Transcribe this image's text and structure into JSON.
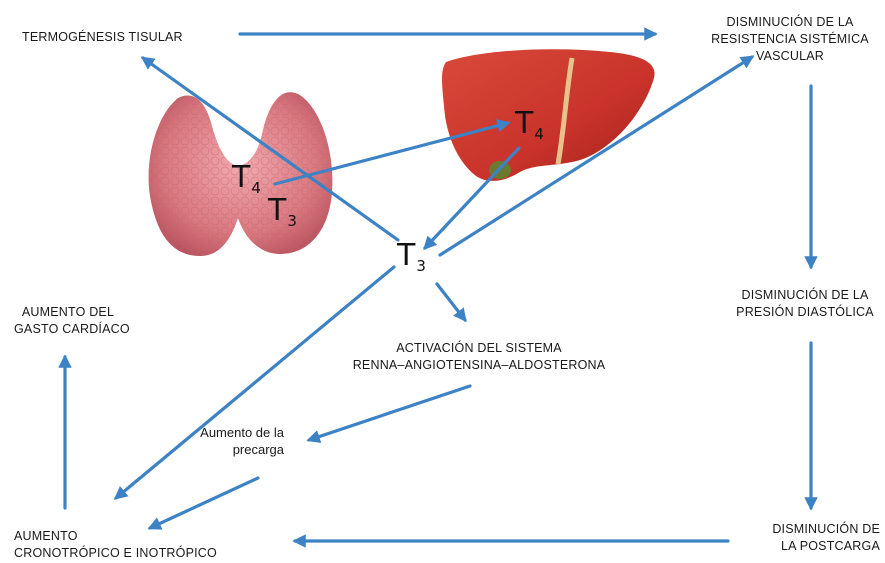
{
  "nodes": {
    "termogenesis": {
      "line1": "TERMOGÉNESIS TISULAR"
    },
    "resistencia": {
      "line1": "DISMINUCIÓN DE LA",
      "line2": "RESISTENCIA SISTÉMICA",
      "line3": "VASCULAR"
    },
    "presion": {
      "line1": "DISMINUCIÓN DE LA",
      "line2": "PRESIÓN DIASTÓLICA"
    },
    "postcarga": {
      "line1": "DISMINUCIÓN DE",
      "line2": "LA POSTCARGA"
    },
    "cronotropico": {
      "line1": "AUMENTO",
      "line2": "CRONOTRÓPICO E INOTRÓPICO"
    },
    "gasto": {
      "line1": "AUMENTO DEL",
      "line2": "GASTO CARDÍACO"
    },
    "renina": {
      "line1": "ACTIVACIÓN DEL SISTEMA",
      "line2": "RENNA–ANGIOTENSINA–ALDOSTERONA"
    },
    "precarga": {
      "line1": "Aumento  de la",
      "line2": "precarga"
    }
  },
  "hormones": {
    "thyroid_t4": {
      "letter": "T",
      "sub": "4"
    },
    "thyroid_t3": {
      "letter": "T",
      "sub": "3"
    },
    "liver_t4": {
      "letter": "T",
      "sub": "4"
    },
    "center_t3": {
      "letter": "T",
      "sub": "3"
    }
  },
  "images": {
    "thyroid": "thyroid-gland-illustration",
    "liver": "liver-illustration"
  },
  "colors": {
    "arrow": "#3d82c4",
    "text": "#1a1a1a",
    "thyroid": "#d9777f",
    "liver": "#c8322a"
  }
}
